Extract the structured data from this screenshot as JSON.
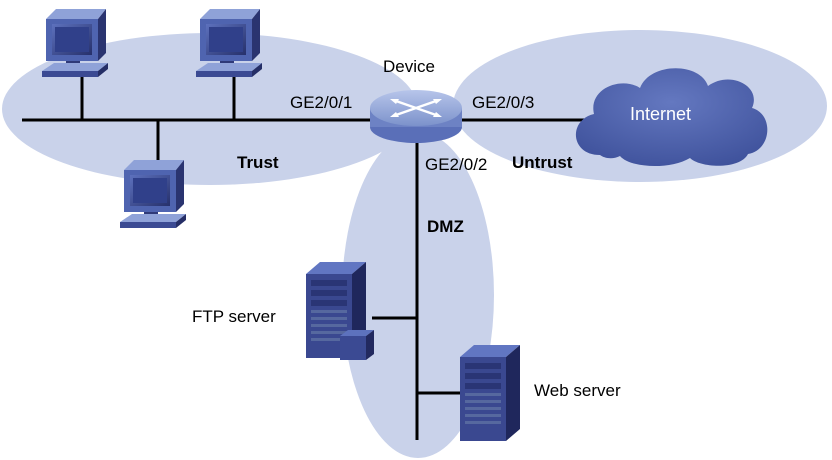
{
  "device": {
    "label": "Device"
  },
  "zones": {
    "trust": "Trust",
    "untrust": "Untrust",
    "dmz": "DMZ"
  },
  "interfaces": {
    "trust_port": "GE2/0/1",
    "untrust_port": "GE2/0/3",
    "dmz_port": "GE2/0/2"
  },
  "internet": {
    "label": "Internet"
  },
  "servers": {
    "ftp": "FTP server",
    "web": "Web server"
  },
  "colors": {
    "zone_fill": "#c9d2ea",
    "cloud_fill": "#4a5fa8",
    "router_body": "#7d93cc",
    "router_top": "#a9b9e2",
    "pc_dark": "#2f3a78",
    "pc_mid": "#4a5fa8",
    "server_dark": "#27306a",
    "server_mid": "#3d4b92",
    "line": "#000000"
  }
}
